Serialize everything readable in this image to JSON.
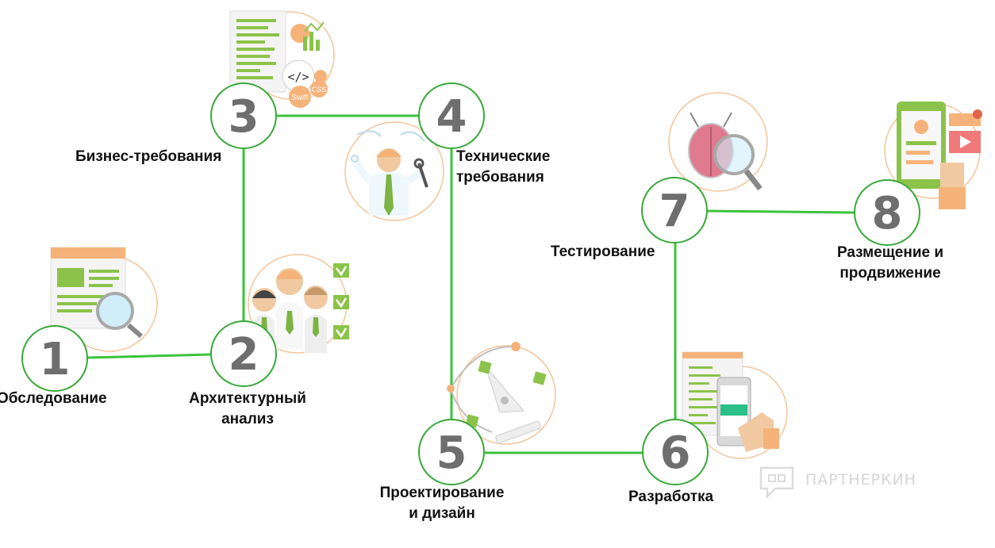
{
  "steps": [
    {
      "number": "1",
      "label_lines": [
        "Обследование"
      ]
    },
    {
      "number": "2",
      "label_lines": [
        "Архитектурный",
        "анализ"
      ]
    },
    {
      "number": "3",
      "label_lines": [
        "Бизнес-требования"
      ]
    },
    {
      "number": "4",
      "label_lines": [
        "Технические",
        "требования"
      ]
    },
    {
      "number": "5",
      "label_lines": [
        "Проектирование",
        "и дизайн"
      ]
    },
    {
      "number": "6",
      "label_lines": [
        "Разработка"
      ]
    },
    {
      "number": "7",
      "label_lines": [
        "Тестирование"
      ]
    },
    {
      "number": "8",
      "label_lines": [
        "Размещение и",
        "продвижение"
      ]
    }
  ],
  "illustration_texts": {
    "code": "</>",
    "swift": "Swift",
    "css": "CSS"
  },
  "watermark": {
    "text": "ПАРТНЕРКИН"
  },
  "colors": {
    "connector": "#3cc23c",
    "circle_border": "#3aa83a",
    "number": "#6e6e6e",
    "accent_orange": "#f5a35c",
    "accent_green": "#8bc34a"
  }
}
